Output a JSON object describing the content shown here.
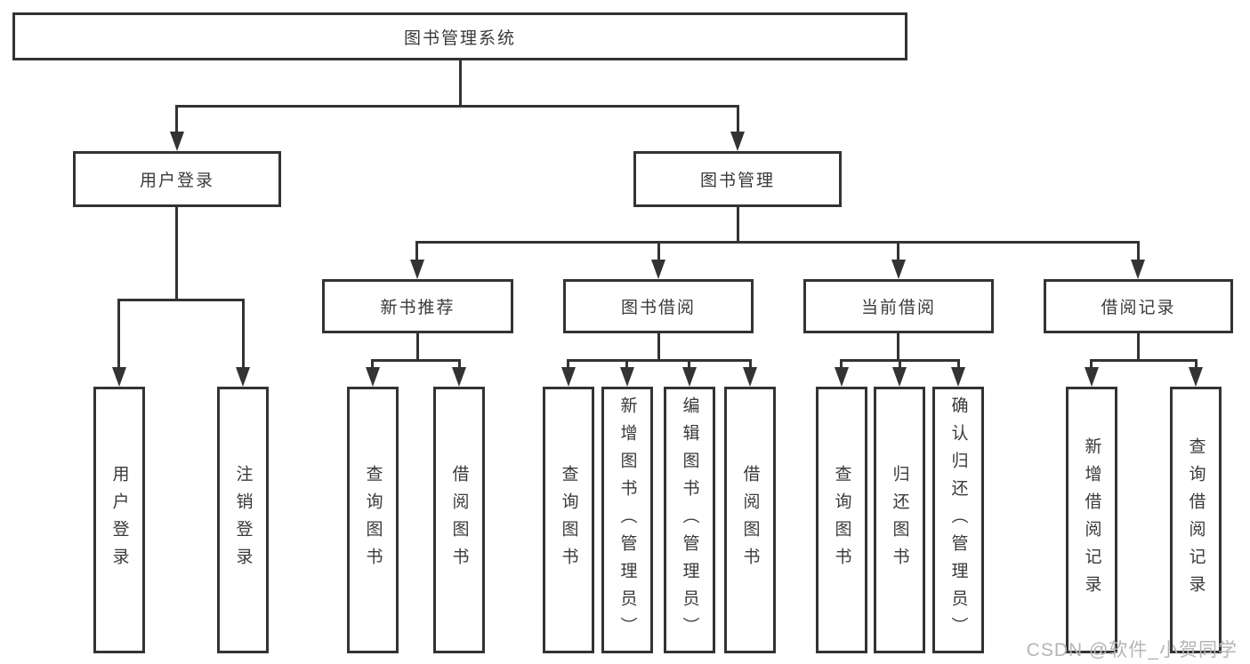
{
  "diagram": {
    "root": "图书管理系统",
    "level2": {
      "user_login": "用户登录",
      "book_management": "图书管理"
    },
    "level3": {
      "new_book_recommend": "新书推荐",
      "book_borrow": "图书借阅",
      "current_borrow": "当前借阅",
      "borrow_records": "借阅记录"
    },
    "leaves_user_login": [
      "用户登录",
      "注销登录"
    ],
    "leaves_new_book_recommend": [
      "查询图书",
      "借阅图书"
    ],
    "leaves_book_borrow": [
      "查询图书",
      "新增图书（管理员）",
      "编辑图书（管理员）",
      "借阅图书"
    ],
    "leaves_current_borrow": [
      "查询图书",
      "归还图书",
      "确认归还（管理员）"
    ],
    "leaves_borrow_records": [
      "新增借阅记录",
      "查询借阅记录"
    ]
  },
  "watermark": "CSDN @软件_小贺同学",
  "colors": {
    "line": "#333333",
    "text": "#3a3a3a",
    "watermark": "#b5b5b5",
    "background": "#ffffff"
  }
}
